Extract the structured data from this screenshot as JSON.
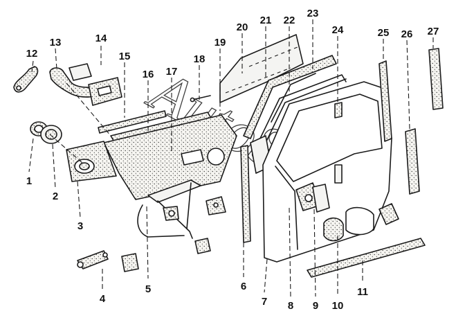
{
  "diagram": {
    "watermark": "AutoSo",
    "callouts": [
      {
        "id": "1",
        "label": "1"
      },
      {
        "id": "2",
        "label": "2"
      },
      {
        "id": "3",
        "label": "3"
      },
      {
        "id": "4",
        "label": "4"
      },
      {
        "id": "5",
        "label": "5"
      },
      {
        "id": "6",
        "label": "6"
      },
      {
        "id": "7",
        "label": "7"
      },
      {
        "id": "8",
        "label": "8"
      },
      {
        "id": "9",
        "label": "9"
      },
      {
        "id": "10",
        "label": "10"
      },
      {
        "id": "11",
        "label": "11"
      },
      {
        "id": "12",
        "label": "12"
      },
      {
        "id": "13",
        "label": "13"
      },
      {
        "id": "14",
        "label": "14"
      },
      {
        "id": "15",
        "label": "15"
      },
      {
        "id": "16",
        "label": "16"
      },
      {
        "id": "17",
        "label": "17"
      },
      {
        "id": "18",
        "label": "18"
      },
      {
        "id": "19",
        "label": "19"
      },
      {
        "id": "20",
        "label": "20"
      },
      {
        "id": "21",
        "label": "21"
      },
      {
        "id": "22",
        "label": "22"
      },
      {
        "id": "23",
        "label": "23"
      },
      {
        "id": "24",
        "label": "24"
      },
      {
        "id": "25",
        "label": "25"
      },
      {
        "id": "26",
        "label": "26"
      },
      {
        "id": "27",
        "label": "27"
      }
    ]
  }
}
